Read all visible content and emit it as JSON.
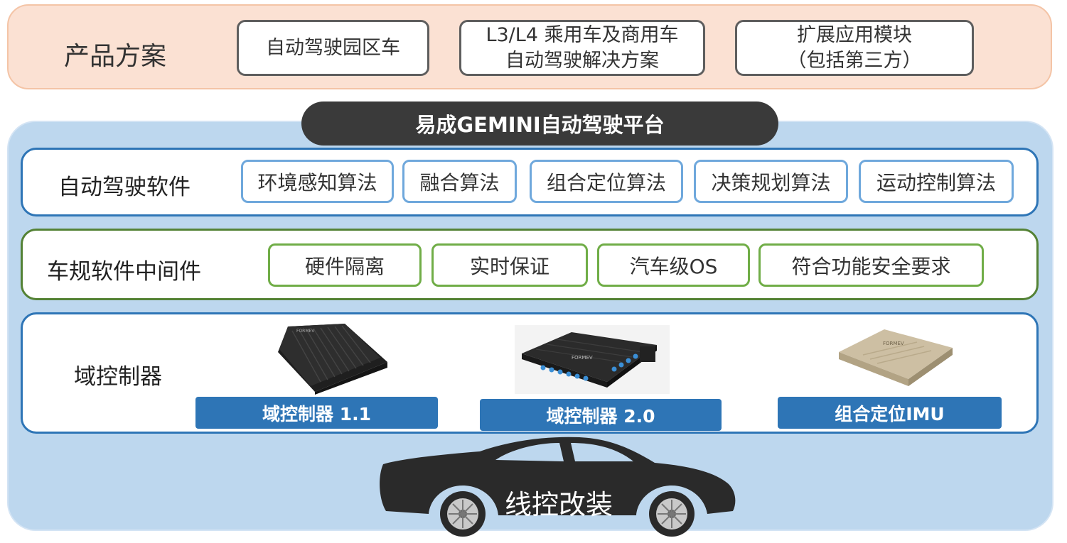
{
  "product": {
    "title": "产品方案",
    "boxes": [
      {
        "line1": "自动驾驶园区车",
        "line2": ""
      },
      {
        "line1": "L3/L4 乘用车及商用车",
        "line2": "自动驾驶解决方案"
      },
      {
        "line1": "扩展应用模块",
        "line2": "（包括第三方）"
      }
    ]
  },
  "platform": {
    "title": "易成GEMINI自动驾驶平台"
  },
  "software": {
    "title": "自动驾驶软件",
    "items": [
      "环境感知算法",
      "融合算法",
      "组合定位算法",
      "决策规划算法",
      "运动控制算法"
    ]
  },
  "middleware": {
    "title": "车规软件中间件",
    "items": [
      "硬件隔离",
      "实时保证",
      "汽车级OS",
      "符合功能安全要求"
    ]
  },
  "controller": {
    "title": "域控制器",
    "devices": [
      {
        "label": "域控制器 1.1",
        "brand": "FORMEV"
      },
      {
        "label": "域控制器 2.0",
        "brand": "FORMEV"
      },
      {
        "label": "组合定位IMU",
        "brand": "FORMEV"
      }
    ]
  },
  "vehicle": {
    "label": "线控改装"
  },
  "colors": {
    "product_bg": "#fbe1d3",
    "platform_bg": "#bdd7ee",
    "blue_border": "#2e75b6",
    "green_border": "#548235",
    "dark": "#3a3a3a"
  }
}
